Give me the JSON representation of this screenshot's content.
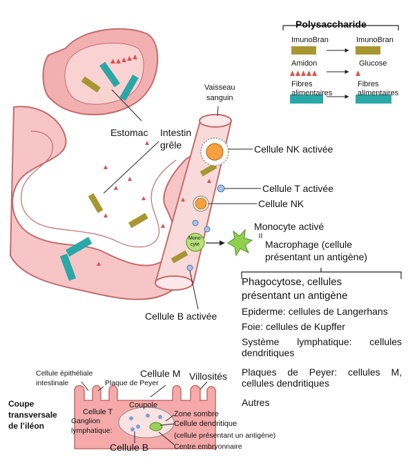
{
  "legend": {
    "title": "Polysaccharide",
    "rows": [
      {
        "from": "ImunoBran",
        "to": "ImunoBran"
      },
      {
        "from": "Amidon",
        "to": "Glucose"
      },
      {
        "from": "Fibres alimentaires",
        "to": "Fibres alimentaires"
      }
    ]
  },
  "organs": {
    "stomach": "Estomac",
    "intestine_line1": "Intestin",
    "intestine_line2": "grêle",
    "vessel_line1": "Vaisseau",
    "vessel_line2": "sanguin"
  },
  "cells": {
    "nk_activated": "Cellule NK activée",
    "t_activated": "Cellule T activée",
    "nk": "Cellule NK",
    "monocyte_activated": "Monocyte activé",
    "monocyte_inside_1": "Mono-",
    "monocyte_inside_2": "cyte",
    "macrophage_line1": "Macrophage (cellule",
    "macrophage_line2": "présentant un antigène)",
    "b_activated": "Cellule B activée"
  },
  "phagocytosis": {
    "heading_line1": "Phagocytose, cellules",
    "heading_line2": "présentant un antigène",
    "items": [
      "Epiderme: cellules de Langerhans",
      "Foie: cellules de Kupffer",
      "Système lymphatique: cellules dendritiques",
      "Plaques de Peyer: cellules M, cellules dendritiques",
      "Autres"
    ]
  },
  "ileum": {
    "section_title": [
      "Coupe",
      "transversale",
      "de l’iléon"
    ],
    "epithelial_line1": "Cellule épithéliale",
    "epithelial_line2": "intestinale",
    "peyer_patch": "Plaque de Peyer",
    "m_cell": "Cellule M",
    "villi": "Villosités",
    "dome": "Coupole",
    "t_cell": "Cellule T",
    "lymph_node_line1": "Ganglion",
    "lymph_node_line2": "lymphatique:",
    "dark_zone": "Zone sombre",
    "dendritic_line1": "Cellule dendritique",
    "dendritic_line2": "(cellule présentant un antigène)",
    "germinal_center": "Centre embryonnaire",
    "b_cell": "Cellule B"
  },
  "colors": {
    "immunobran": "#a89630",
    "starch": "#d9534f",
    "fiber": "#2aa8a8",
    "tissue": "#f2a8a8",
    "tissue_line": "#c46a6a"
  }
}
